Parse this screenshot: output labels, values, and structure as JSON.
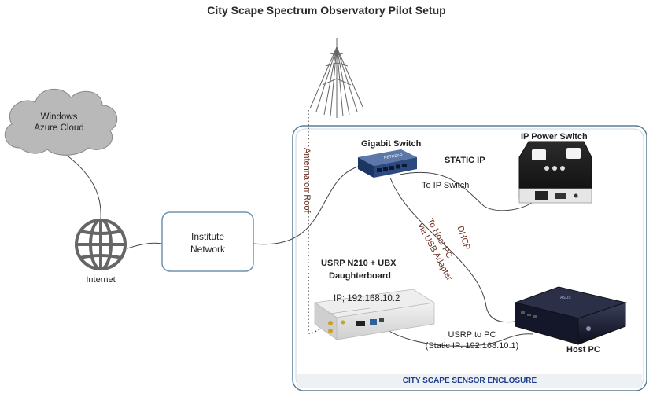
{
  "diagram": {
    "title": "City Scape Spectrum Observatory Pilot Setup",
    "cloud_label_line1": "Windows",
    "cloud_label_line2": "Azure Cloud",
    "internet_label": "Internet",
    "institute_label_line1": "Institute",
    "institute_label_line2": "Network",
    "antenna_label": "Antenna on Roof",
    "switch_label": "Gigabit Switch",
    "switch_brand": "NETGEAR",
    "ip_power_label": "IP Power Switch",
    "static_ip_label": "STATIC IP",
    "to_ip_switch_label": "To IP Switch",
    "dhcp_label": "DHCP",
    "to_host_line1": "To Host PC",
    "to_host_line2": "via USB Adapter",
    "usrp_title_line1": "USRP N210 + UBX",
    "usrp_title_line2": "Daughterboard",
    "usrp_ip_label": "IP; 192.168.10.2",
    "usrp_to_pc_line1": "USRP to PC",
    "usrp_to_pc_line2": "(Static IP: 192.168.10.1)",
    "host_pc_label": "Host PC",
    "enclosure_label": "CITY SCAPE SENSOR ENCLOSURE",
    "colors": {
      "enclosure_border": "#5a7f96",
      "enclosure_text": "#1f3c8c",
      "annotation_text": "#6b2f1e",
      "cloud_fill": "#b9b9b9",
      "globe": "#666666",
      "switch_body": "#2c4a80"
    }
  }
}
